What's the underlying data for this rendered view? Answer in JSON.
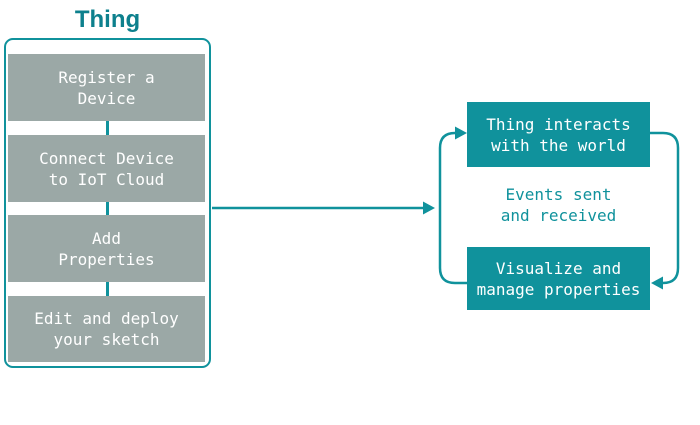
{
  "colors": {
    "teal": "#10929C",
    "teal-dark": "#0D808D",
    "gray": "#9BA8A6",
    "text-on-fill": "#FFFFFF",
    "background": "#FFFFFF"
  },
  "thing_panel": {
    "title": "Thing",
    "steps": [
      {
        "line1": "Register a",
        "line2": "Device"
      },
      {
        "line1": "Connect Device",
        "line2": "to IoT Cloud"
      },
      {
        "line1": "Add",
        "line2": "Properties"
      },
      {
        "line1": "Edit and deploy",
        "line2": "your sketch"
      }
    ]
  },
  "cloud_cycle": {
    "top_box": {
      "line1": "Thing interacts",
      "line2": "with the world"
    },
    "middle_label": {
      "line1": "Events sent",
      "line2": "and received"
    },
    "bottom_box": {
      "line1": "Visualize and",
      "line2": "manage properties"
    }
  }
}
